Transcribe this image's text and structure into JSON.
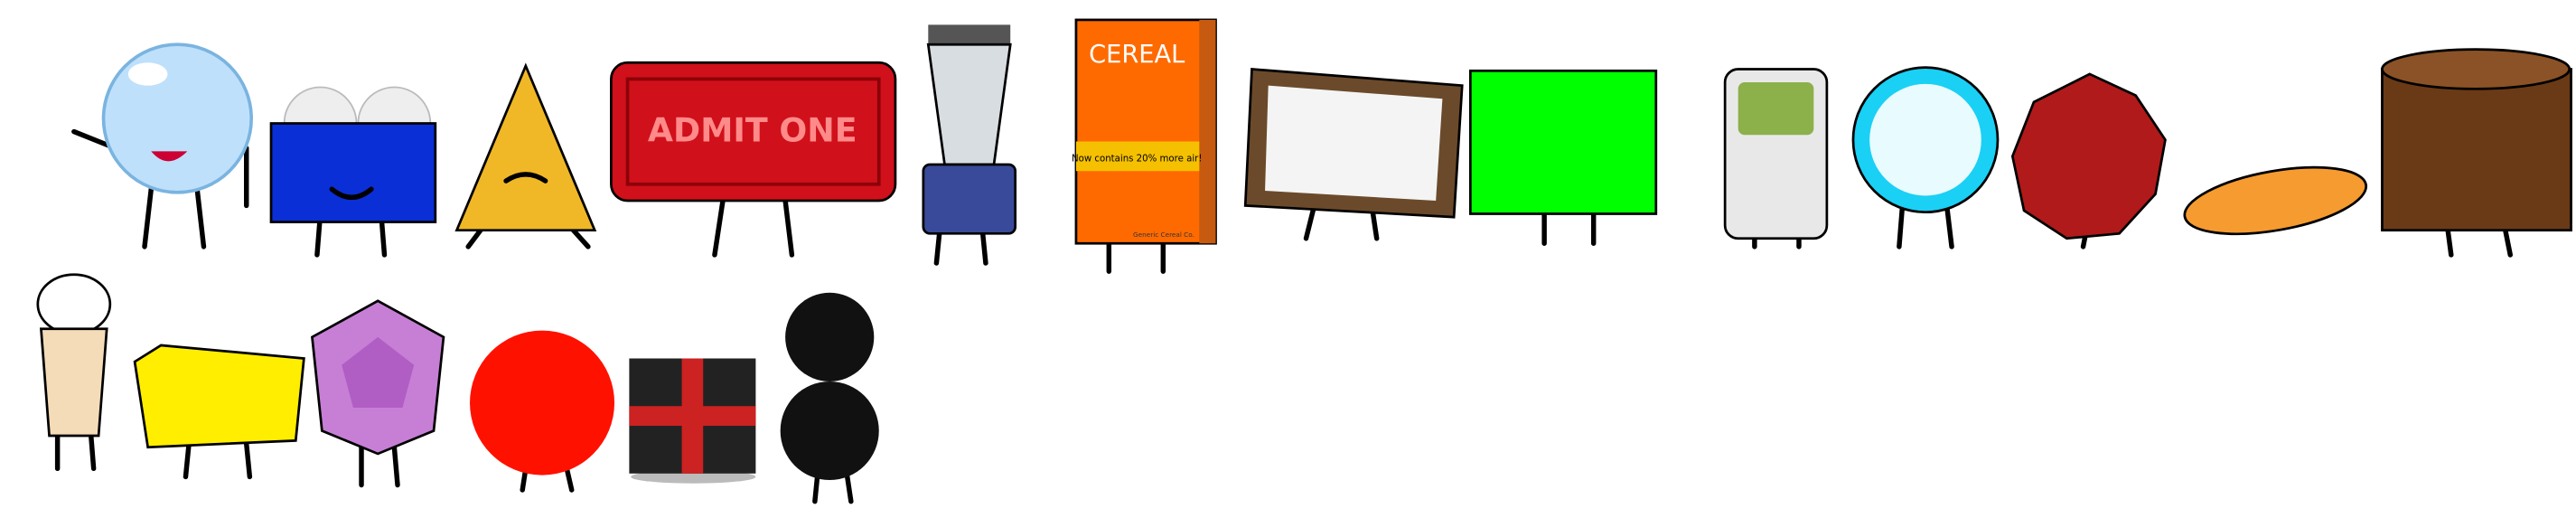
{
  "ticket": {
    "label": "ADMIT ONE"
  },
  "cereal": {
    "title": "CEREAL",
    "banner": "Now contains 20% more air!",
    "brand": "Generic Cereal Co."
  },
  "colors": {
    "bubble": "#bfe0fb",
    "toaster": "#0a2fd6",
    "nacho": "#f0b826",
    "ticket": "#d0101a",
    "cereal": "#ff6a00",
    "frame": "#6b4a2b",
    "green_square": "#00ff00",
    "fan": "#1ad0f5",
    "red_gear": "#b01a1a",
    "skateboard": "#f59b30",
    "cylinder": "#6a3a16",
    "ice_cream": "#f5dcb8",
    "butter": "#ffee00",
    "gem": "#c77fd6",
    "red_ball": "#ff1100",
    "present": "#222222",
    "black_balls": "#111111"
  }
}
